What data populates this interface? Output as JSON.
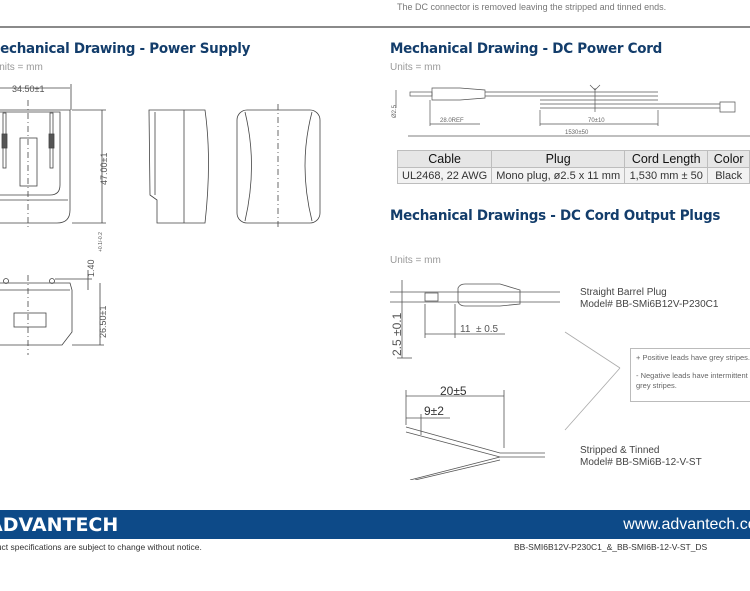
{
  "header": {
    "note": "The DC connector is removed leaving the stripped and tinned ends."
  },
  "power_supply": {
    "title": "Mechanical Drawing - Power Supply",
    "units": "Units = mm",
    "dimensions": {
      "width": "34.50±1",
      "height": "47.00±1",
      "pin": "1.40",
      "pin_tol": "+0.1/-0.2",
      "depth": "26.50±1"
    }
  },
  "power_cord": {
    "title": "Mechanical Drawing - DC Power Cord",
    "units": "Units = mm",
    "dimensions": {
      "diameter": "Ø2.5",
      "plug_len": "28.0REF",
      "split": "70±10",
      "total": "1530±50"
    },
    "table": {
      "headers": [
        "Cable",
        "Plug",
        "Cord Length",
        "Color"
      ],
      "row": [
        "UL2468, 22 AWG",
        "Mono plug, ø2.5 x 11 mm",
        "1,530 mm ± 50",
        "Black"
      ]
    }
  },
  "output_plugs": {
    "title": "Mechanical Drawings - DC Cord Output Plugs",
    "units": "Units = mm",
    "barrel": {
      "name": "Straight Barrel Plug",
      "model": "Model# BB-SMi6B12V-P230C1",
      "dim_len": "11  ± 0.5",
      "dim_dia": "2.5 ±0.1"
    },
    "stripped": {
      "name": "Stripped & Tinned",
      "model": "Model# BB-SMi6B-12-V-ST",
      "dim_outer": "20±5",
      "dim_inner": "9±2"
    },
    "notes": [
      "+ Positive leads have grey stripes.",
      "- Negative leads have intermittent grey stripes."
    ]
  },
  "footer": {
    "logo": "ADVANTECH",
    "url": "www.advantech.com",
    "disclaimer": "All product specifications are subject to change without notice.",
    "doc_id": "BB-SMI6B12V-P230C1_&_BB-SMI6B-12-V-ST_DS"
  },
  "colors": {
    "brand": "#0d4a88",
    "title": "#133d6b"
  }
}
